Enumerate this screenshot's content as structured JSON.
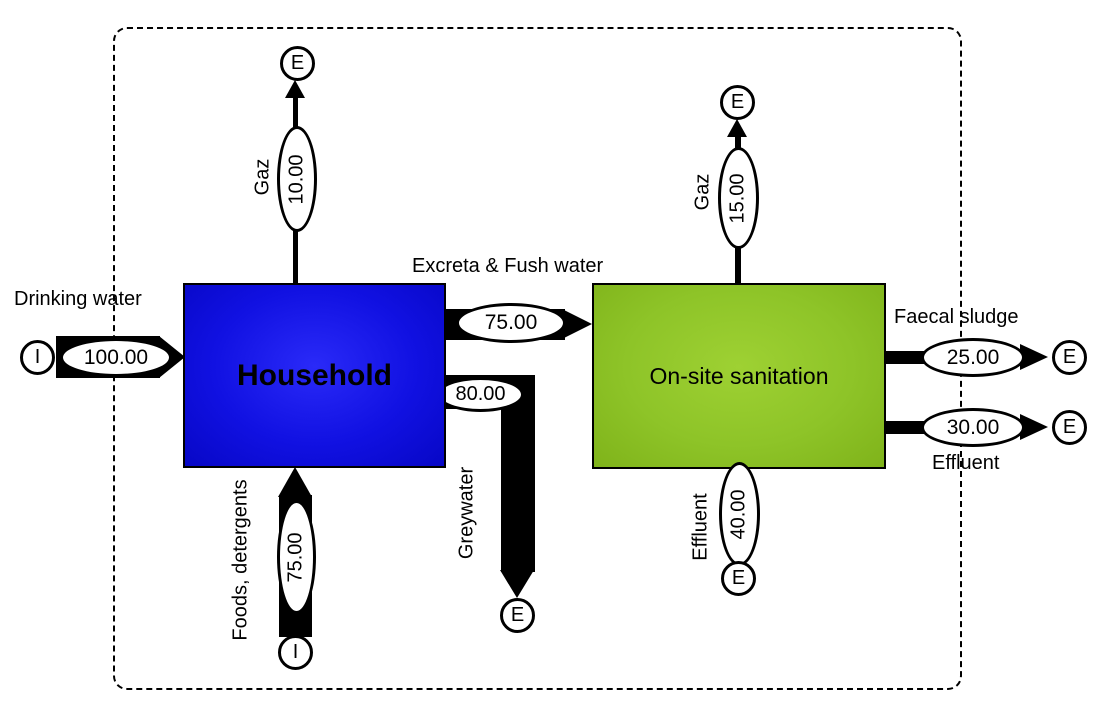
{
  "diagram_type": "material-flow-diagram",
  "processes": {
    "household": {
      "label": "Household"
    },
    "onsite": {
      "label": "On-site sanitation"
    }
  },
  "flows": {
    "drinking_water": {
      "label": "Drinking water",
      "value": "100.00",
      "terminal": "I",
      "from": "import",
      "to": "Household"
    },
    "gaz_household": {
      "label": "Gaz",
      "value": "10.00",
      "terminal": "E",
      "from": "Household",
      "to": "export"
    },
    "foods_detergents": {
      "label": "Foods, detergents",
      "value": "75.00",
      "terminal": "I",
      "from": "import",
      "to": "Household"
    },
    "excreta_flush": {
      "label": "Excreta & Fush water",
      "value": "75.00",
      "from": "Household",
      "to": "On-site sanitation"
    },
    "greywater": {
      "label": "Greywater",
      "value": "80.00",
      "terminal": "E",
      "from": "Household",
      "to": "export"
    },
    "gaz_onsite": {
      "label": "Gaz",
      "value": "15.00",
      "terminal": "E",
      "from": "On-site sanitation",
      "to": "export"
    },
    "effluent_bottom": {
      "label": "Effluent",
      "value": "40.00",
      "terminal": "E",
      "from": "export-node",
      "to": "On-site sanitation"
    },
    "faecal_sludge": {
      "label": "Faecal sludge",
      "value": "25.00",
      "terminal": "E",
      "from": "On-site sanitation",
      "to": "export"
    },
    "effluent_right": {
      "label": "Effluent",
      "value": "30.00",
      "terminal": "E",
      "from": "On-site sanitation",
      "to": "export"
    }
  },
  "colors": {
    "household_fill": "#1414e8",
    "onsite_fill": "#8ec428",
    "flow": "#000000",
    "label_bg": "#ffffff",
    "boundary": "#000000"
  }
}
